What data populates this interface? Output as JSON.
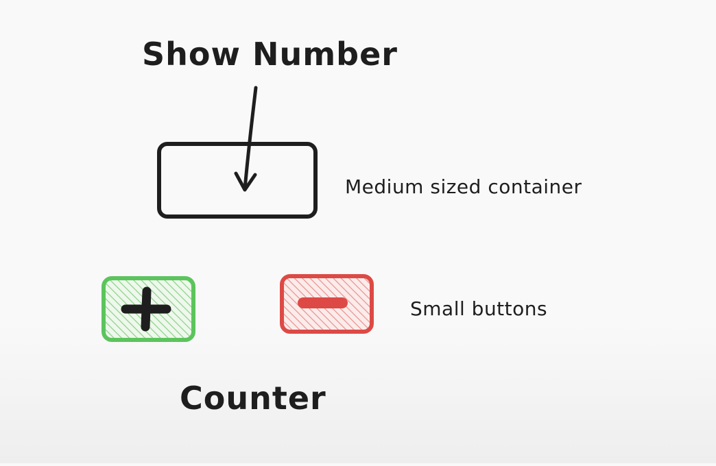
{
  "diagram": {
    "title": "Show Number",
    "container_note": "Medium sized container",
    "buttons_note": "Small buttons",
    "caption": "Counter",
    "colors": {
      "stroke": "#1e1e1e",
      "plus_button": "#5cc45c",
      "plus_fill": "#d9efd6",
      "minus_button": "#dd4a45",
      "minus_fill": "#f3d3d1"
    },
    "icons": {
      "plus": "plus-icon",
      "minus": "minus-icon"
    }
  }
}
